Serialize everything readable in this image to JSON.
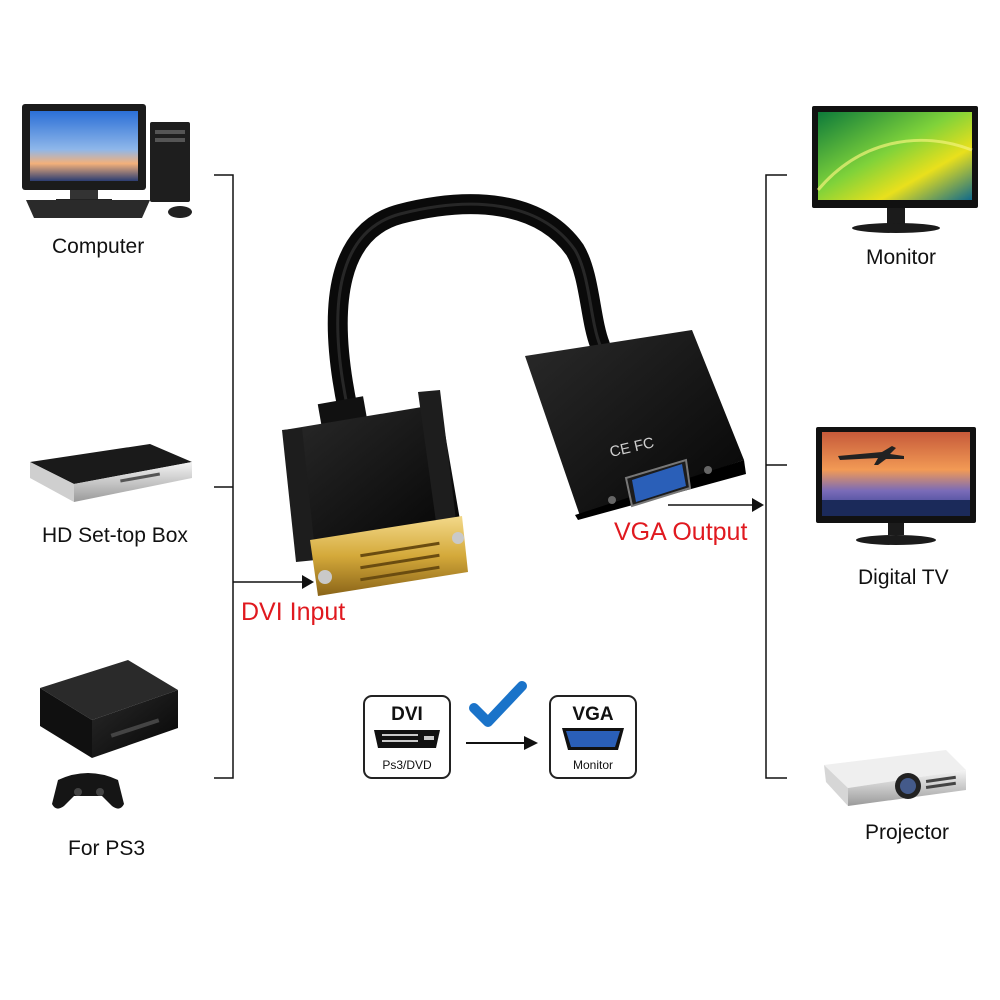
{
  "inputs": {
    "computer": "Computer",
    "settop": "HD Set-top Box",
    "ps3": "For PS3"
  },
  "outputs": {
    "monitor": "Monitor",
    "tv": "Digital TV",
    "projector": "Projector"
  },
  "adapter": {
    "dvi_label": "DVI Input",
    "vga_label": "VGA Output",
    "marks": "CE FC"
  },
  "badges": {
    "dvi_title": "DVI",
    "dvi_sub": "Ps3/DVD",
    "vga_title": "VGA",
    "vga_sub": "Monitor"
  },
  "colors": {
    "accent_red": "#e0191f",
    "check_blue": "#1a73c9",
    "vga_port_blue": "#2a5fb8",
    "connector_gold": "#d4a93a"
  }
}
